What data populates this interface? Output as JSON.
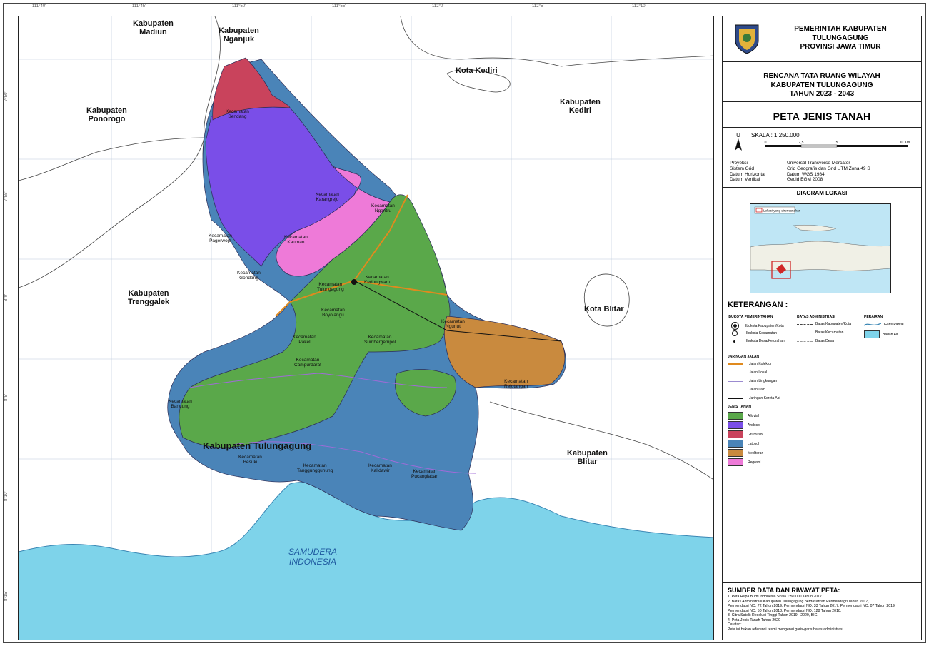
{
  "header": {
    "government_line1": "PEMERINTAH KABUPATEN TULUNGAGUNG",
    "government_line2": "PROVINSI JAWA TIMUR"
  },
  "plan": {
    "line1": "RENCANA TATA RUANG WILAYAH",
    "line2": "KABUPATEN TULUNGAGUNG",
    "line3": "TAHUN 2023 - 2043"
  },
  "map_title": "PETA JENIS TANAH",
  "scale": {
    "label": "SKALA :  1:250.000",
    "north": "U",
    "ticks": [
      "0",
      "2,5",
      "5",
      "10 Km"
    ]
  },
  "projection": [
    {
      "key": "Proyeksi",
      "value": "Universal Transverse Mercator"
    },
    {
      "key": "Sistem Grid",
      "value": "Grid Geografis dan Grid UTM Zona 49 S"
    },
    {
      "key": "Datum Horizontal",
      "value": "Datum WGS 1984"
    },
    {
      "key": "Datum Vertikal",
      "value": "Geoid EGM 2008"
    }
  ],
  "location_diagram": {
    "title": "DIAGRAM LOKASI",
    "inset_legend": "Lokasi yang direncanakan"
  },
  "legend": {
    "title": "KETERANGAN :",
    "settlement_title": "IBUKOTA PEMERINTAHAN",
    "settlement": [
      "Ibukota Kabupaten/Kota",
      "Ibukota Kecamatan",
      "Ibukota Desa/Kelurahan"
    ],
    "boundary_title": "BATAS ADMINISTRASI",
    "boundaries": [
      "Batas Kabupaten/Kota",
      "Batas Kecamatan",
      "Batas Desa"
    ],
    "water_title": "PERAIRAN",
    "water": [
      "Garis Pantai",
      "Badan Air"
    ],
    "roads_title": "JARINGAN JALAN",
    "roads": [
      "Jalan Kolektor",
      "Jalan Lokal",
      "Jalan Lingkungan",
      "Jalan Lain",
      "Jaringan Kereta Api"
    ],
    "soil_title": "JENIS TANAH",
    "soils": [
      {
        "name": "Alluvial",
        "color": "#5aa84a"
      },
      {
        "name": "Andosol",
        "color": "#7a4ee8"
      },
      {
        "name": "Grumusol",
        "color": "#c9435c"
      },
      {
        "name": "Latosol",
        "color": "#4a84b8"
      },
      {
        "name": "Mediteran",
        "color": "#c98a3e"
      },
      {
        "name": "Regosol",
        "color": "#ee7ad8"
      }
    ]
  },
  "sources": {
    "title": "SUMBER DATA DAN RIWAYAT PETA:",
    "items": [
      "1. Peta Rupa Bumi Indonesia Skala 1:50.000 Tahun 2017",
      "2. Batas Administrasi Kabupaten Tulungagung berdasarkan Permendagri Tahun 2017,",
      "   Permendagri NO. 72 Tahun 2019, Permendagri NO. 33 Tahun 2017, Permendagri NO. 07 Tahun 2019,",
      "   Permendagri NO. 50 Tahun 2018, Permendagri NO. 128 Tahun 2018.",
      "3. Citra Satelit Resolusi Tinggi Tahun 2019 - 2020, BIG",
      "4. Peta Jenis Tanah Tahun 2020",
      "Catatan:",
      "Peta ini bukan referensi resmi mengenai garis-garis batas administrasi"
    ]
  },
  "map": {
    "neighbors": [
      "Kabupaten\nMadiun",
      "Kabupaten\nNganjuk",
      "Kota Kediri",
      "Kabupaten\nPonorogo",
      "Kabupaten\nKediri",
      "Kabupaten\nTrenggalek",
      "Kota Blitar",
      "Kabupaten\nBlitar"
    ],
    "main_region": "Kabupaten Tulungagung",
    "sea": "SAMUDERA\nINDONESIA",
    "districts": [
      "Kecamatan\nSendang",
      "Kecamatan\nKarangrejo",
      "Kecamatan\nNgantru",
      "Kecamatan\nPagerwojo",
      "Kecamatan\nKauman",
      "Kecamatan\nGondang",
      "Kecamatan\nKedungwaru",
      "Kecamatan\nTulungagung",
      "Kecamatan\nBoyolangu",
      "Kecamatan\nNgunut",
      "Kecamatan\nPakel",
      "Kecamatan\nSumbergempol",
      "Kecamatan\nCampurdarat",
      "Kecamatan\nRejotangan",
      "Kecamatan\nBandung",
      "Kecamatan\nBesuki",
      "Kecamatan\nTanggunggunung",
      "Kecamatan\nKalidawir",
      "Kecamatan\nPucanglaban"
    ],
    "grid_ticks_x": [
      "111°40'",
      "111°45'",
      "111°50'",
      "111°55'",
      "112°0'",
      "112°5'",
      "112°10'"
    ],
    "grid_ticks_y": [
      "7°50'",
      "7°55'",
      "8°0'",
      "8°5'",
      "8°10'",
      "8°15'"
    ]
  }
}
